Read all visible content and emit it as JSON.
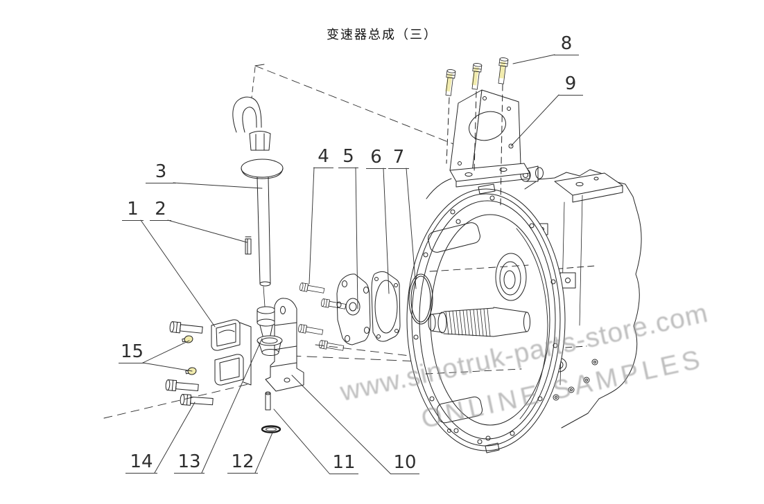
{
  "title": "变速器总成（三）",
  "watermark": {
    "line1": "www.sinotruk-parts-store.com",
    "line2": "ONLINE SAMPLES"
  },
  "callouts": [
    "1",
    "2",
    "3",
    "4",
    "5",
    "6",
    "7",
    "8",
    "9",
    "10",
    "11",
    "12",
    "13",
    "14",
    "15"
  ],
  "figure": {
    "type": "exploded-parts-diagram",
    "subject": "transmission-assembly-sheet-3",
    "callout_count": 15
  },
  "colors": {
    "line": "#222222",
    "highlight": "#f2ecae",
    "watermark": "#969696",
    "background": "#ffffff"
  }
}
